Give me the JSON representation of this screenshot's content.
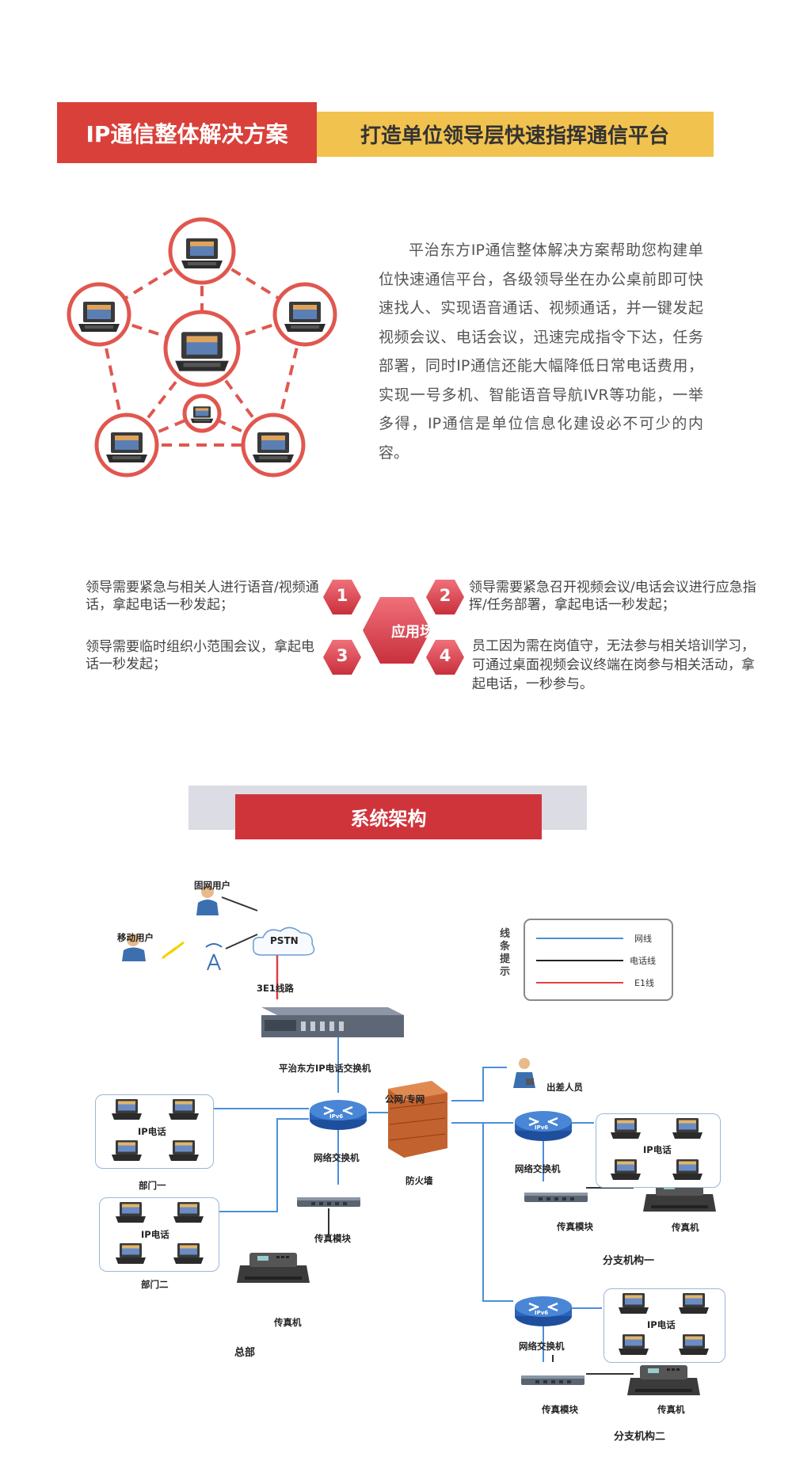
{
  "header": {
    "red_title": "IP通信整体解决方案",
    "yellow_title": "打造单位领导层快速指挥通信平台"
  },
  "intro": {
    "paragraph": "平治东方IP通信整体解决方案帮助您构建单位快速通信平台，各级领导坐在办公桌前即可快速找人、实现语音通话、视频通话，并一键发起视频会议、电话会议，迅速完成指令下达，任务部署，同时IP通信还能大幅降低日常电话费用，实现一号多机、智能语音导航IVR等功能，一举多得，IP通信是单位信息化建设必不可少的内容。"
  },
  "scenarios": {
    "center_label": "应用场景",
    "items": [
      {
        "num": "1",
        "text": "领导需要紧急与相关人进行语音/视频通话，拿起电话一秒发起；"
      },
      {
        "num": "2",
        "text": "领导需要紧急召开视频会议/电话会议进行应急指挥/任务部署，拿起电话一秒发起；"
      },
      {
        "num": "3",
        "text": "领导需要临时组织小范围会议，拿起电话一秒发起；"
      },
      {
        "num": "4",
        "text": "员工因为需在岗值守，无法参与相关培训学习，可通过桌面视频会议终端在岗参与相关活动，拿起电话，一秒参与。"
      }
    ]
  },
  "architecture": {
    "title": "系统架构",
    "labels": {
      "fixed_user": "固网用户",
      "mobile_user": "移动用户",
      "pstn": "PSTN",
      "e1_line": "3E1线路",
      "ip_pbx": "平治东方IP电话交换机",
      "public_net": "公网/专网",
      "firewall": "防火墙",
      "switch_hq": "网络交换机",
      "switch_b1": "网络交换机",
      "switch_b2": "网络交换机",
      "ipv6": "IPv6",
      "dept1_phone": "IP电话",
      "dept1": "部门一",
      "dept2_phone": "IP电话",
      "dept2": "部门二",
      "fax_module_hq": "传真模块",
      "fax_hq": "传真机",
      "hq": "总部",
      "traveler": "出差人员",
      "b1_phone": "IP电话",
      "b1_fax_module": "传真模块",
      "b1_fax": "传真机",
      "branch1": "分支机构一",
      "b2_phone": "IP电话",
      "b2_fax_module": "传真模块",
      "b2_fax": "传真机",
      "branch2": "分支机构二"
    },
    "legend": {
      "title": "线条提示",
      "items": [
        {
          "label": "网线",
          "color": "#4a90d9"
        },
        {
          "label": "电话线",
          "color": "#222222"
        },
        {
          "label": "E1线",
          "color": "#e04040"
        }
      ]
    }
  },
  "colors": {
    "red": "#d9403a",
    "yellow": "#f2c24f",
    "circle": "#e0574f",
    "net_line": "#4a90d9"
  }
}
